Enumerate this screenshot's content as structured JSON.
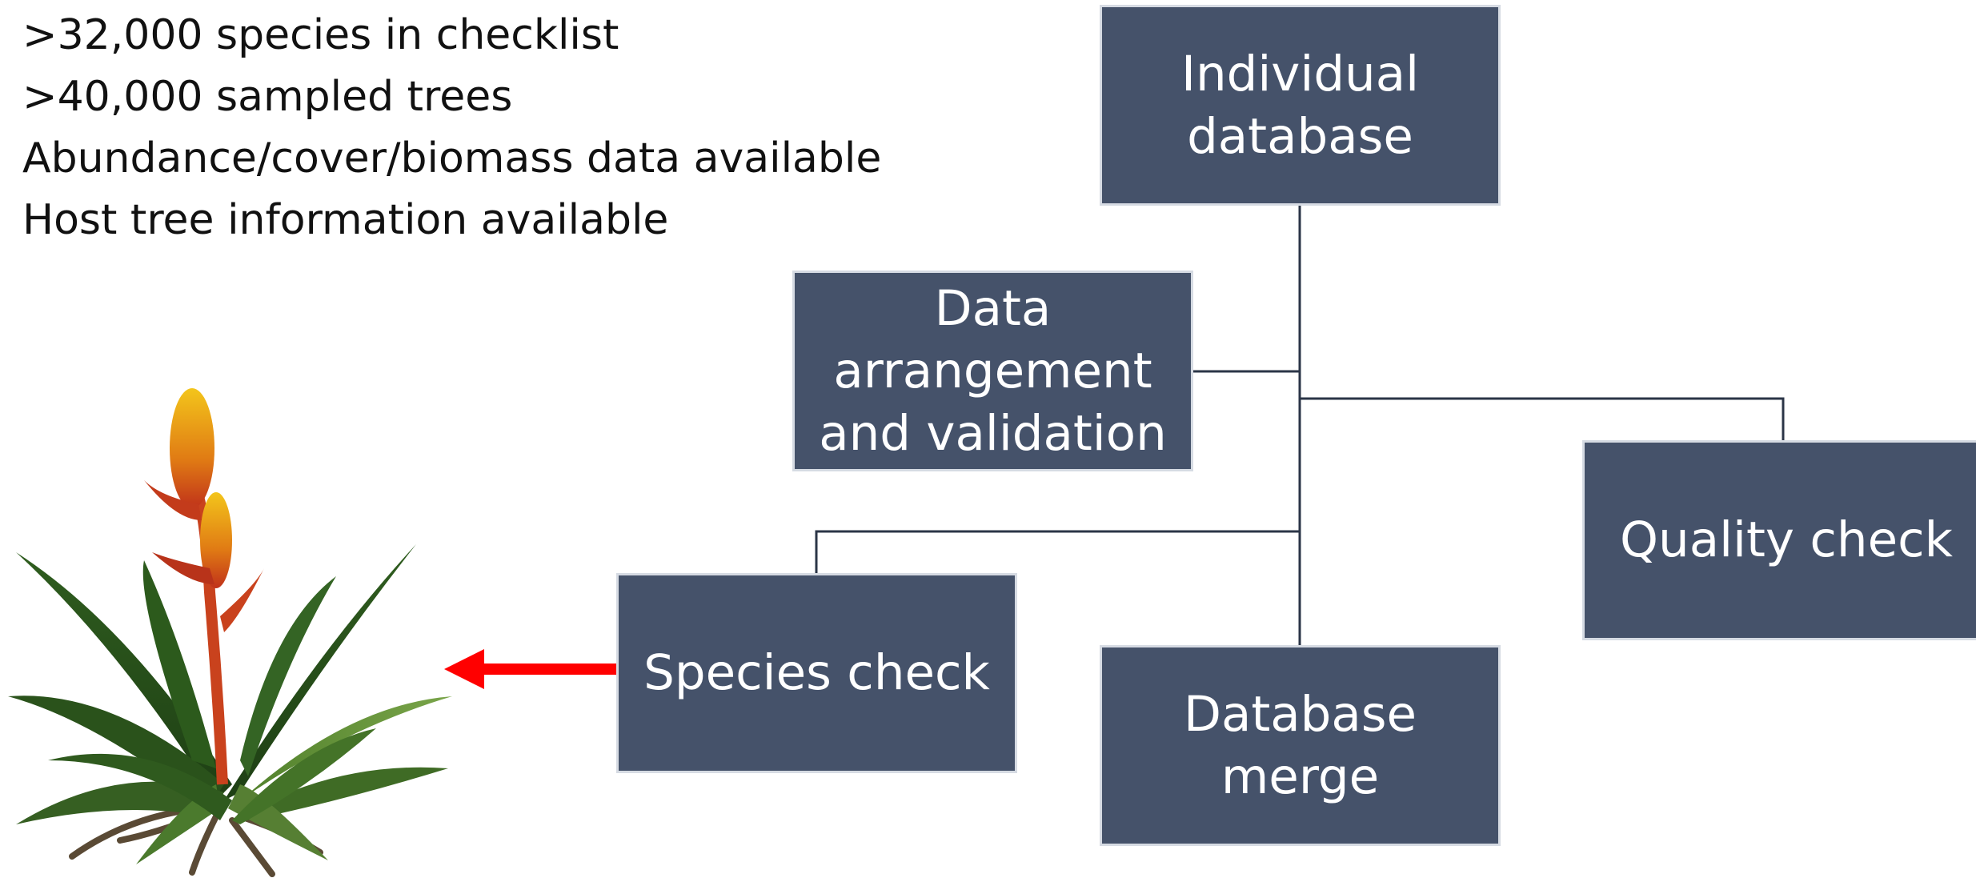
{
  "stats": [
    ">32,000 species in checklist",
    ">40,000 sampled trees",
    "Abundance/cover/biomass data available",
    "Host tree information available"
  ],
  "boxes": {
    "individual_database": "Individual\ndatabase",
    "data_arrangement": "Data\narrangement\nand validation",
    "quality_check": "Quality check",
    "species_check": "Species check",
    "database_merge": "Database merge"
  },
  "colors": {
    "box_fill": "#45526a",
    "connector": "#2b3547",
    "arrow": "#ff0000"
  },
  "icons": {
    "plant": "bromeliad-plant-illustration"
  }
}
